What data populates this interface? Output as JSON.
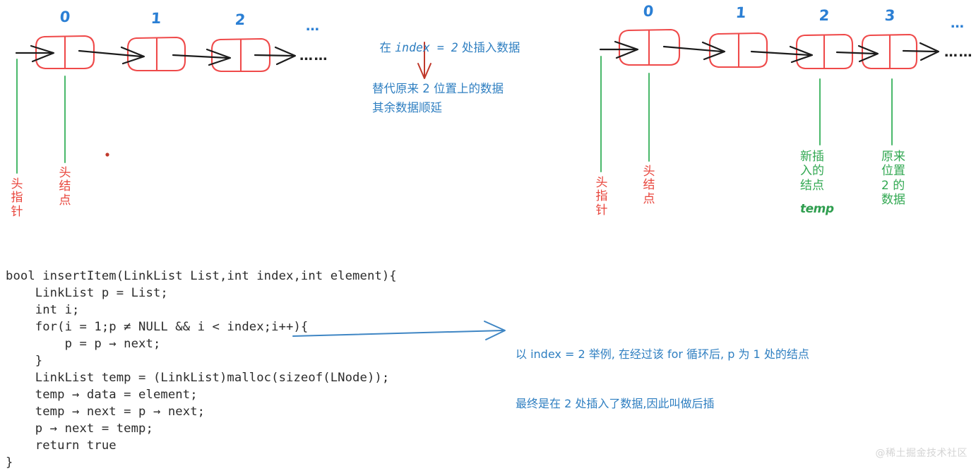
{
  "left_diagram": {
    "index_labels": [
      "0",
      "1",
      "2"
    ],
    "trailing_ellipsis_label": "…",
    "trailing_dots": "……",
    "callouts": [
      {
        "text": "头指针",
        "color": "#e8453c"
      },
      {
        "text": "头结点",
        "color": "#e8453c"
      }
    ]
  },
  "middle_annotation": {
    "line1_prefix": "在 ",
    "line1_mono": "index = 2",
    "line1_suffix": " 处插入数据",
    "line2": "替代原来 2 位置上的数据",
    "line3": "其余数据顺延",
    "arrow_color": "#c0392b",
    "text_color": "#2f7fc1"
  },
  "right_diagram": {
    "index_labels": [
      "0",
      "1",
      "2",
      "3"
    ],
    "trailing_ellipsis_label": "…",
    "trailing_dots": "……",
    "callouts": [
      {
        "text": "头指针",
        "color": "#e8453c"
      },
      {
        "text": "头结点",
        "color": "#e8453c"
      },
      {
        "text": "新插\n入的\n结点",
        "code": "temp",
        "color": "#32a852"
      },
      {
        "text": "原来\n位置\n2 的\n数据",
        "color": "#32a852"
      }
    ]
  },
  "code": {
    "language": "c",
    "text": "bool insertItem(LinkList List,int index,int element){\n    LinkList p = List;\n    int i;\n    for(i = 1;p ≠ NULL && i < index;i++){\n        p = p → next;\n    }\n    LinkList temp = (LinkList)malloc(sizeof(LNode));\n    temp → data = element;\n    temp → next = p → next;\n    p → next = temp;\n    return true\n}"
  },
  "code_annotation": {
    "line1": "以 index = 2 举例, 在经过该 for 循环后, p 为 1 处的结点",
    "line2": "最终是在 2 处插入了数据,因此叫做后插",
    "color": "#2f7fc1",
    "arrow_color": "#2f7fc1"
  },
  "watermark": {
    "text": "@稀土掘金技术社区"
  },
  "palette": {
    "node_red": "#ef4a4a",
    "arrow_black": "#1c1c1c",
    "green": "#49b86a",
    "blue": "#2b7fd4"
  }
}
